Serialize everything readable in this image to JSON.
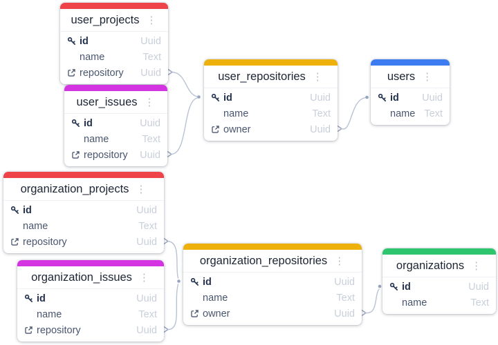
{
  "diagram": {
    "icons": {
      "kebab_menu": "⋮"
    },
    "colors": {
      "edge": "#b9c2d3",
      "edge_mark": "#97a4bd",
      "red": "#ee4348",
      "magenta": "#d433e2",
      "gold": "#eeb00a",
      "blue": "#3d7bf0",
      "green": "#2ec56f"
    },
    "tables": [
      {
        "name": "user_projects",
        "accent_color": "#ee4348",
        "fields": [
          {
            "name": "id",
            "type": "Uuid",
            "icon": "key-icon",
            "primary": true
          },
          {
            "name": "name",
            "type": "Text",
            "icon": ""
          },
          {
            "name": "repository",
            "type": "Uuid",
            "icon": "external-link-icon"
          }
        ]
      },
      {
        "name": "user_issues",
        "accent_color": "#d433e2",
        "fields": [
          {
            "name": "id",
            "type": "Uuid",
            "icon": "key-icon",
            "primary": true
          },
          {
            "name": "name",
            "type": "Text",
            "icon": ""
          },
          {
            "name": "repository",
            "type": "Uuid",
            "icon": "external-link-icon"
          }
        ]
      },
      {
        "name": "user_repositories",
        "accent_color": "#eeb00a",
        "fields": [
          {
            "name": "id",
            "type": "Uuid",
            "icon": "key-icon",
            "primary": true
          },
          {
            "name": "name",
            "type": "Text",
            "icon": ""
          },
          {
            "name": "owner",
            "type": "Uuid",
            "icon": "external-link-icon"
          }
        ]
      },
      {
        "name": "users",
        "accent_color": "#3d7bf0",
        "fields": [
          {
            "name": "id",
            "type": "Uuid",
            "icon": "key-icon",
            "primary": true
          },
          {
            "name": "name",
            "type": "Text",
            "icon": ""
          }
        ]
      },
      {
        "name": "organization_projects",
        "accent_color": "#ee4348",
        "fields": [
          {
            "name": "id",
            "type": "Uuid",
            "icon": "key-icon",
            "primary": true
          },
          {
            "name": "name",
            "type": "Text",
            "icon": ""
          },
          {
            "name": "repository",
            "type": "Uuid",
            "icon": "external-link-icon"
          }
        ]
      },
      {
        "name": "organization_issues",
        "accent_color": "#d433e2",
        "fields": [
          {
            "name": "id",
            "type": "Uuid",
            "icon": "key-icon",
            "primary": true
          },
          {
            "name": "name",
            "type": "Text",
            "icon": ""
          },
          {
            "name": "repository",
            "type": "Uuid",
            "icon": "external-link-icon"
          }
        ]
      },
      {
        "name": "organization_repositories",
        "accent_color": "#eeb00a",
        "fields": [
          {
            "name": "id",
            "type": "Uuid",
            "icon": "key-icon",
            "primary": true
          },
          {
            "name": "name",
            "type": "Text",
            "icon": ""
          },
          {
            "name": "owner",
            "type": "Uuid",
            "icon": "external-link-icon"
          }
        ]
      },
      {
        "name": "organizations",
        "accent_color": "#2ec56f",
        "fields": [
          {
            "name": "id",
            "type": "Uuid",
            "icon": "key-icon",
            "primary": true
          },
          {
            "name": "name",
            "type": "Text",
            "icon": ""
          }
        ]
      }
    ],
    "relations": [
      {
        "from": "user_projects.repository",
        "to": "user_repositories.id"
      },
      {
        "from": "user_issues.repository",
        "to": "user_repositories.id"
      },
      {
        "from": "user_repositories.owner",
        "to": "users.id"
      },
      {
        "from": "organization_projects.repository",
        "to": "organization_repositories.id"
      },
      {
        "from": "organization_issues.repository",
        "to": "organization_repositories.id"
      },
      {
        "from": "organization_repositories.owner",
        "to": "organizations.id"
      }
    ]
  }
}
